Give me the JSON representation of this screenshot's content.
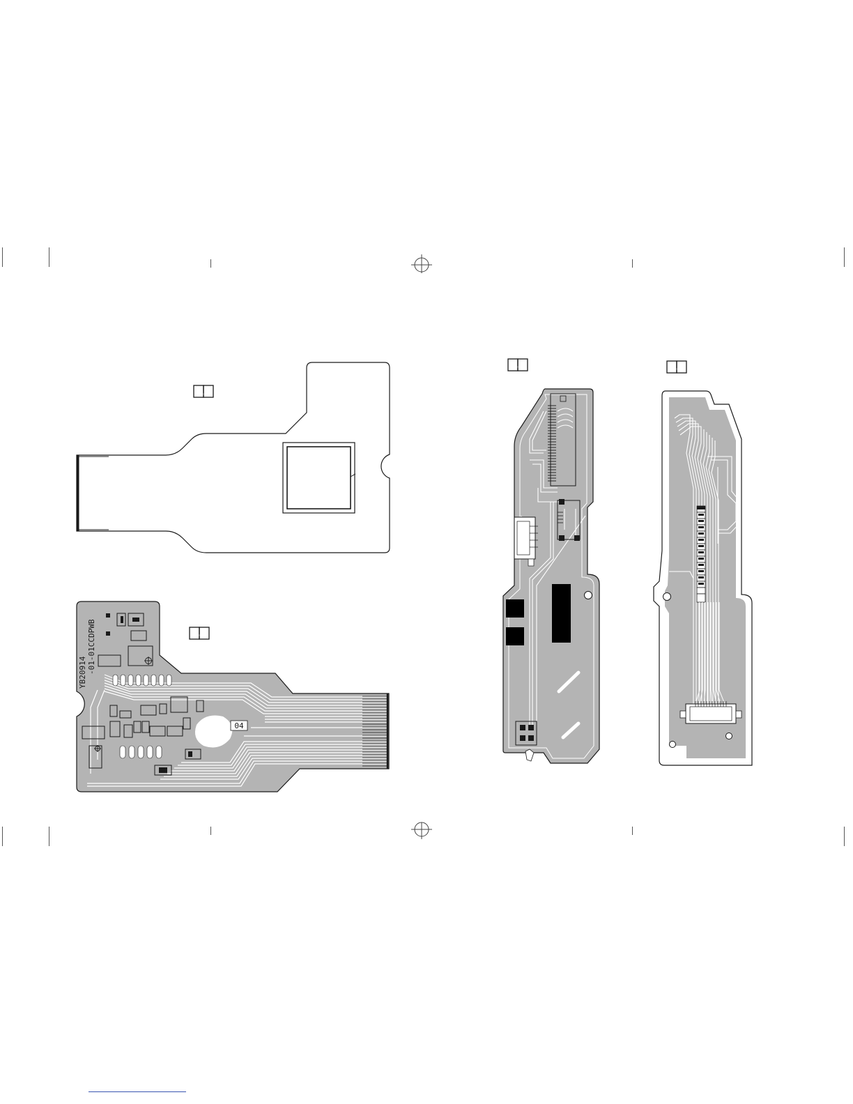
{
  "colors": {
    "board_outline": "#1a1a1a",
    "copper": "#b4b4b4",
    "trace_gap": "#ffffff",
    "pad_fill": "#000000",
    "registration": "#444444",
    "footer_line": "#3a55b0"
  },
  "boards": {
    "top_left": {
      "ref_box": "□□"
    },
    "bottom_left": {
      "ref_box": "□□",
      "silkscreen_line1": "YB20914",
      "silkscreen_line2": "-01-01CCDPWB",
      "marker_04": "04"
    },
    "middle_right": {
      "ref_box": "□□"
    },
    "far_right": {
      "ref_box": "□□"
    }
  }
}
